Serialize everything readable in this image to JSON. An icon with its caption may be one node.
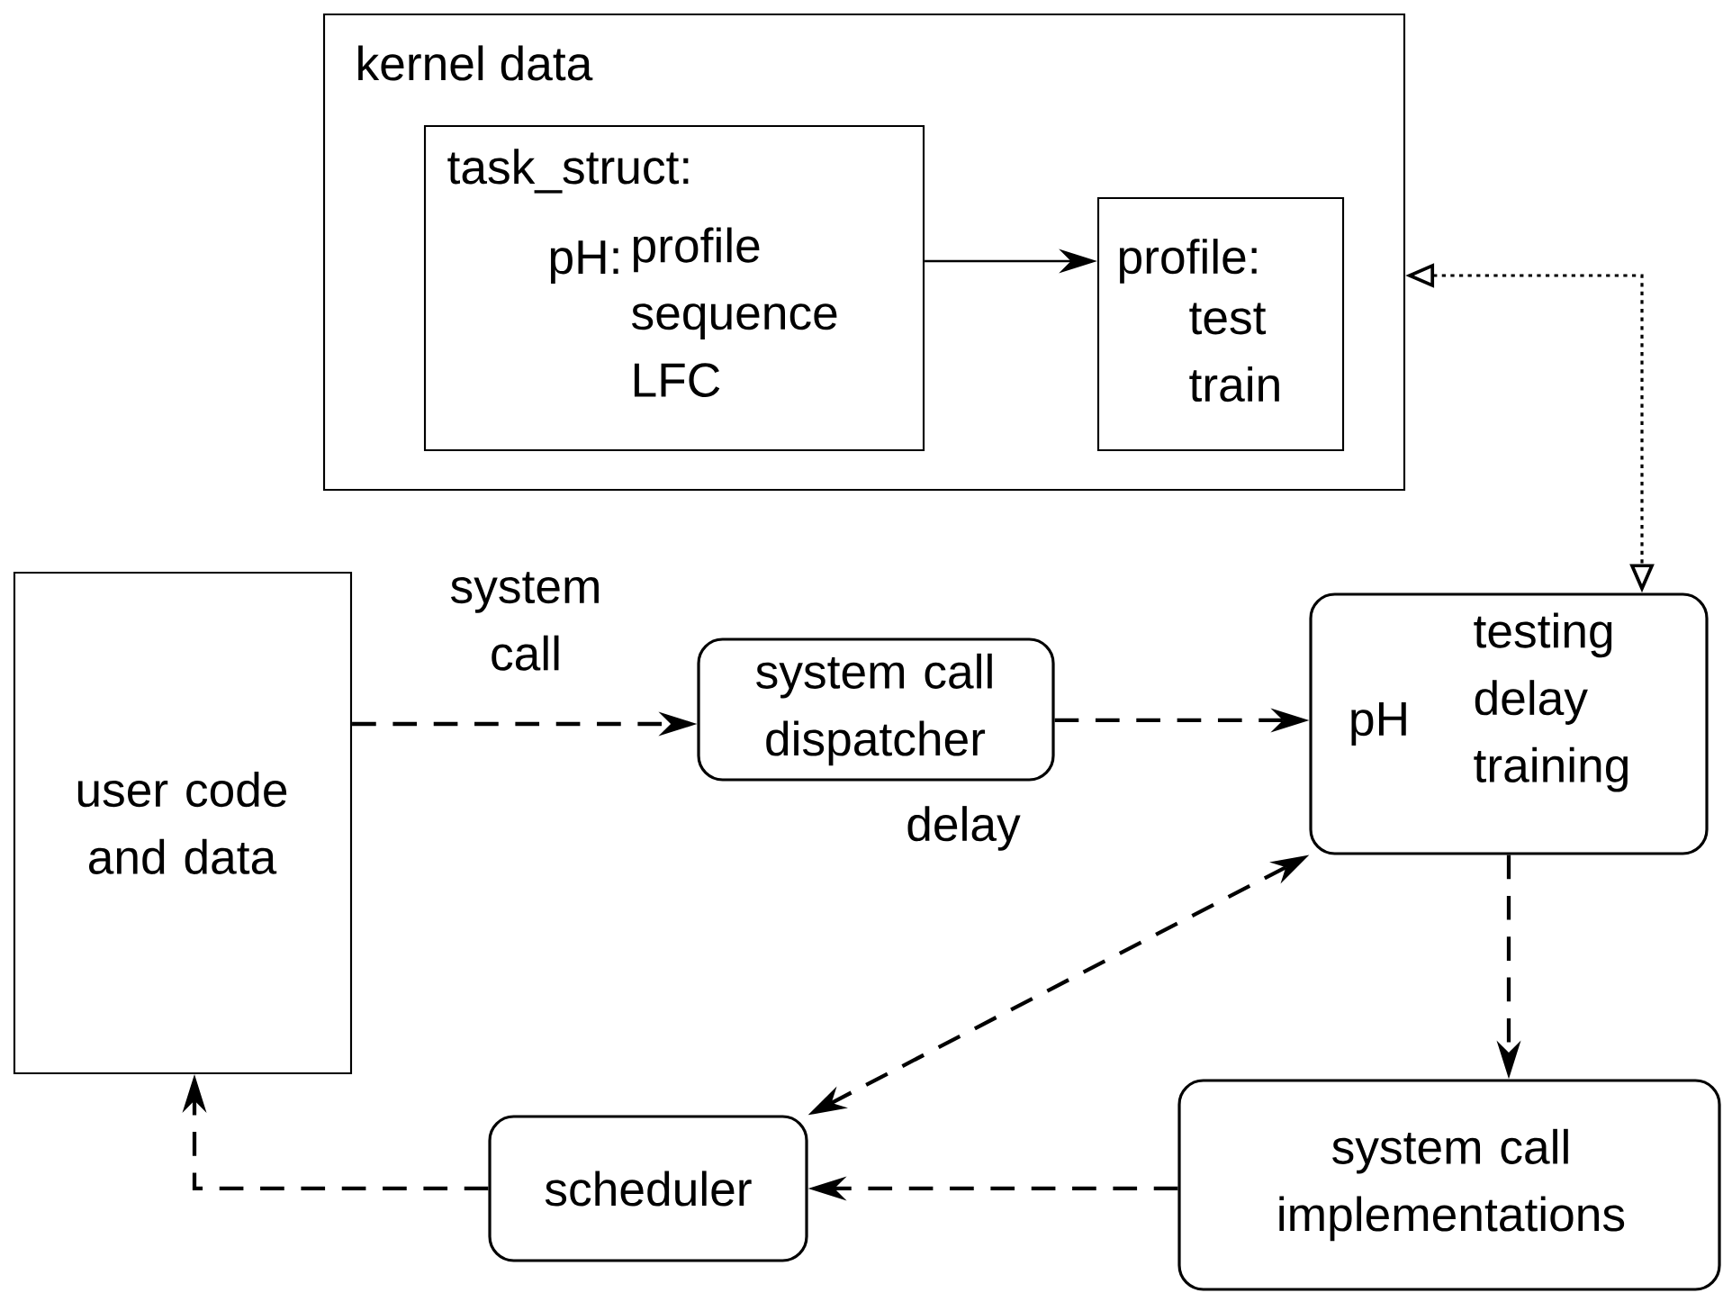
{
  "diagram": {
    "nodes": [
      {
        "text": [
          "kernel data"
        ]
      },
      {
        "text": [
          "task_struct:",
          "pH:",
          "profile sequence LFC"
        ],
        "in": 0
      },
      {
        "text": [
          "profile:",
          "test train"
        ],
        "in": 0
      },
      {
        "text": [
          "user code and data"
        ]
      },
      {
        "text": [
          "system call dispatcher"
        ]
      },
      {
        "text": [
          "pH",
          "testing delay training"
        ]
      },
      {
        "text": [
          "system call implementations"
        ]
      },
      {
        "text": [
          "scheduler"
        ]
      }
    ],
    "edges": [
      {
        "from": 1,
        "to": 2,
        "arrow": "to"
      },
      {
        "from": 0,
        "to": 5,
        "arrow": "both",
        "style": "dashed"
      },
      {
        "from": 3,
        "to": 4,
        "arrow": "to",
        "style": "dashed",
        "label": "system call"
      },
      {
        "from": 4,
        "to": 5,
        "arrow": "to",
        "style": "dashed"
      },
      {
        "from": 7,
        "to": 5,
        "arrow": "both",
        "style": "dashed",
        "label": "delay"
      },
      {
        "from": 5,
        "to": 6,
        "arrow": "to",
        "style": "dashed"
      },
      {
        "from": 6,
        "to": 7,
        "arrow": "to",
        "style": "dashed"
      },
      {
        "from": 7,
        "to": 3,
        "arrow": "to",
        "style": "dashed"
      }
    ]
  }
}
